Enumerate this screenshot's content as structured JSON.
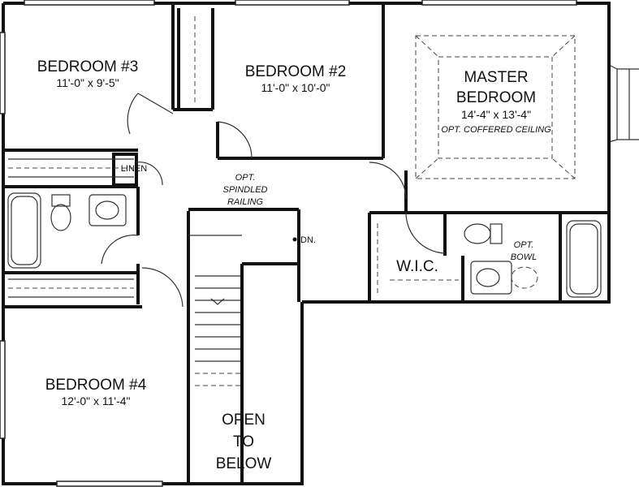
{
  "rooms": {
    "bedroom3": {
      "name": "BEDROOM #3",
      "dims": "11'-0\" x 9'-5\""
    },
    "bedroom2": {
      "name": "BEDROOM #2",
      "dims": "11'-0\" x 10'-0\""
    },
    "master": {
      "name_line1": "MASTER",
      "name_line2": "BEDROOM",
      "dims": "14'-4\" x 13'-4\"",
      "note": "OPT. COFFERED CEILING"
    },
    "bedroom4": {
      "name": "BEDROOM #4",
      "dims": "12'-0\" x 11'-4\""
    }
  },
  "labels": {
    "linen": "LINEN",
    "railing_line1": "OPT.",
    "railing_line2": "SPINDLED",
    "railing_line3": "RAILING",
    "stairs_down": "DN.",
    "wic": "W.I.C.",
    "bowl_line1": "OPT.",
    "bowl_line2": "BOWL",
    "open_line1": "OPEN",
    "open_line2": "TO",
    "open_line3": "BELOW"
  }
}
